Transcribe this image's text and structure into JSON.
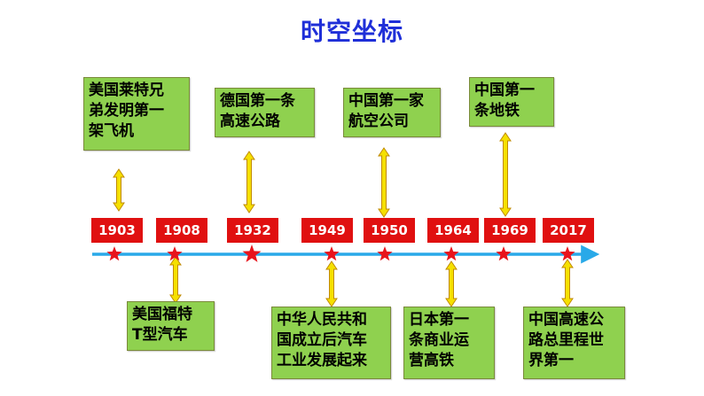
{
  "title": "时空坐标",
  "colors": {
    "title": "#1f2fd8",
    "box_fill": "#8fd14f",
    "year_fill": "#e01010",
    "timeline": "#29a9e8",
    "star": "#e8141c",
    "arrow_fill": "#f5e000",
    "arrow_stroke": "#c08a00"
  },
  "years": [
    "1903",
    "1908",
    "1932",
    "1949",
    "1950",
    "1964",
    "1969",
    "2017"
  ],
  "events_above": [
    {
      "year": "1903",
      "lines": [
        "美国莱特兄",
        "弟发明第一",
        "架飞机"
      ]
    },
    {
      "year": "1932",
      "lines": [
        "德国第一条",
        "高速公路"
      ]
    },
    {
      "year": "1950",
      "lines": [
        "中国第一家",
        "航空公司"
      ]
    },
    {
      "year": "1969",
      "lines": [
        "中国第一",
        "条地铁"
      ]
    }
  ],
  "events_below": [
    {
      "year": "1908",
      "lines": [
        "美国福特",
        "T型汽车"
      ]
    },
    {
      "year": "1949",
      "lines": [
        "中华人民共和",
        "国成立后汽车",
        "工业发展起来"
      ]
    },
    {
      "year": "1964",
      "lines": [
        "日本第一",
        "条商业运",
        "营高铁"
      ]
    },
    {
      "year": "2017",
      "lines": [
        "中国高速公",
        "路总里程世",
        "界第一"
      ]
    }
  ]
}
